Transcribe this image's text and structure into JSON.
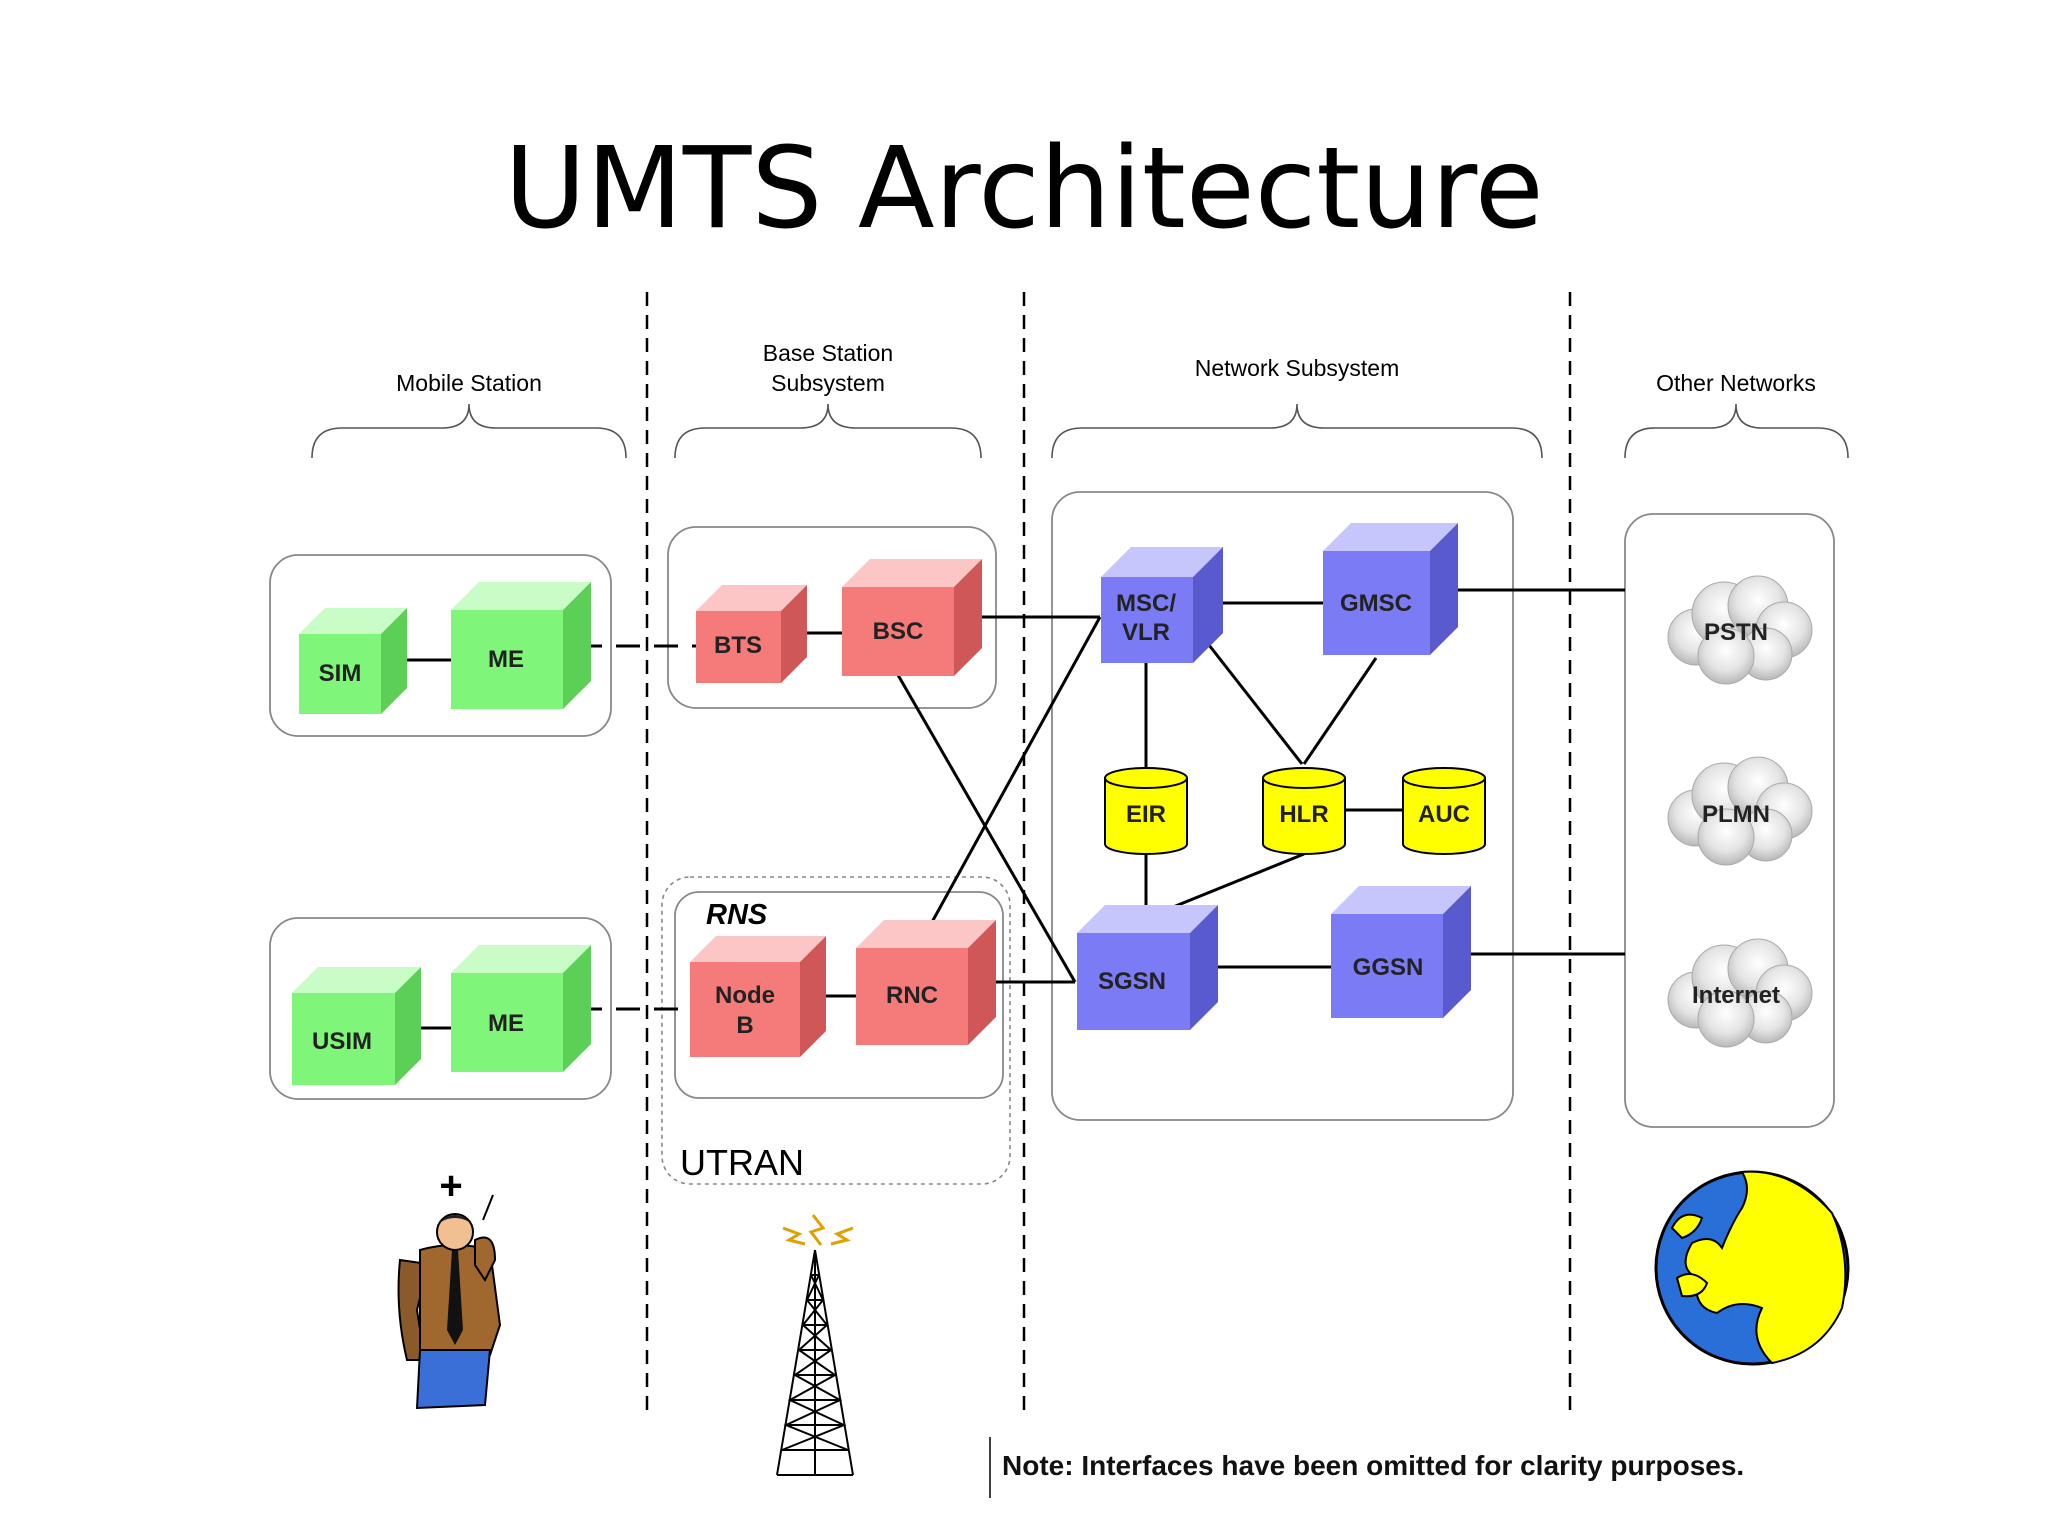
{
  "title": "UMTS Architecture",
  "sections": {
    "mobile_station": "Mobile Station",
    "bss_line1": "Base Station",
    "bss_line2": "Subsystem",
    "network_subsystem": "Network Subsystem",
    "other_networks": "Other Networks"
  },
  "groups": {
    "rns": "RNS",
    "utran": "UTRAN"
  },
  "nodes": {
    "sim": "SIM",
    "me_top": "ME",
    "usim": "USIM",
    "me_bottom": "ME",
    "bts": "BTS",
    "bsc": "BSC",
    "nodeb_line1": "Node",
    "nodeb_line2": "B",
    "rnc": "RNC",
    "msc_line1": "MSC/",
    "msc_line2": "VLR",
    "gmsc": "GMSC",
    "eir": "EIR",
    "hlr": "HLR",
    "auc": "AUC",
    "sgsn": "SGSN",
    "ggsn": "GGSN",
    "pstn": "PSTN",
    "plmn": "PLMN",
    "internet": "Internet"
  },
  "plus_sign": "+",
  "note": "Note: Interfaces have been omitted for clarity purposes.",
  "colors": {
    "green_front": "#7ff57a",
    "green_top": "#c9fcc6",
    "green_side": "#5ccf57",
    "red_front": "#f57a7a",
    "red_top": "#fcc6c6",
    "red_side": "#cf5757",
    "blue_front": "#7b7bf5",
    "blue_top": "#c6c6fc",
    "blue_side": "#5a5acf",
    "yellow": "#ffff00"
  },
  "icons": {
    "person": "person-on-phone-icon",
    "antenna": "radio-tower-icon",
    "globe": "globe-icon",
    "cloud": "cloud-icon"
  }
}
